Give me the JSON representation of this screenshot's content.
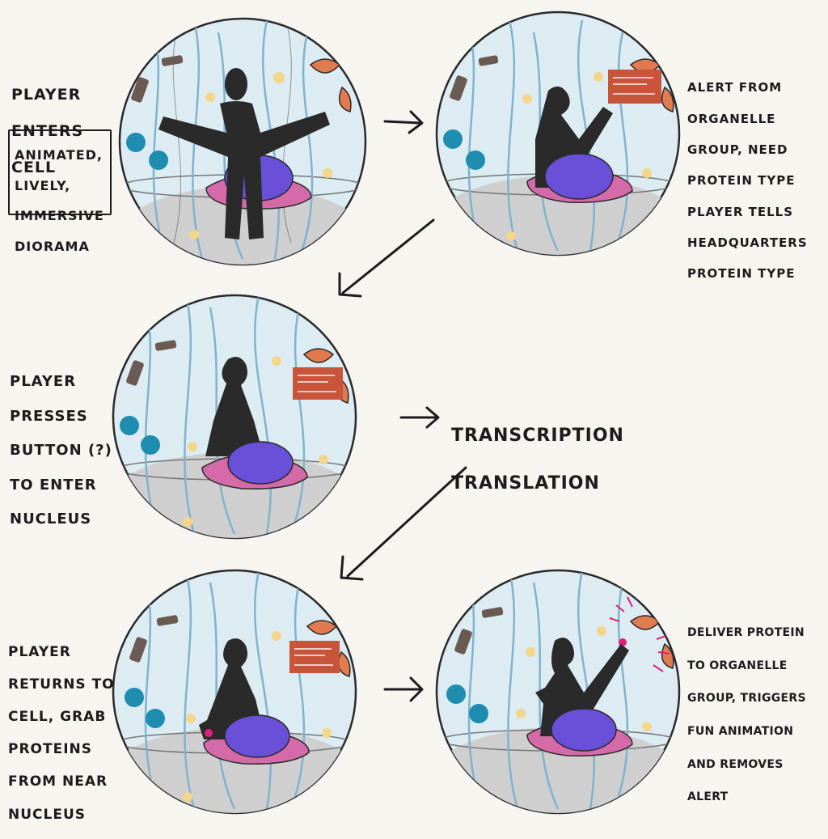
{
  "steps": [
    {
      "label_lines": [
        "PLAYER",
        "ENTERS",
        "CELL"
      ],
      "note_lines": [
        "ANIMATED,",
        "LIVELY,",
        "IMMERSIVE",
        "DIORAMA"
      ]
    },
    {
      "label_lines": [
        "ALERT FROM",
        "ORGANELLE",
        "GROUP, NEED",
        "PROTEIN TYPE",
        "PLAYER TELLS",
        "HEADQUARTERS",
        "PROTEIN TYPE"
      ]
    },
    {
      "label_lines": [
        "PLAYER",
        "PRESSES",
        "BUTTON (?)",
        "TO ENTER",
        "NUCLEUS"
      ]
    },
    {
      "label_lines": [
        "PLAYER",
        "RETURNS TO",
        "CELL, GRAB",
        "PROTEINS",
        "FROM NEAR",
        "NUCLEUS"
      ]
    },
    {
      "label_lines": [
        "DELIVER PROTEIN",
        "TO ORGANELLE",
        "GROUP, TRIGGERS",
        "FUN ANIMATION",
        "AND REMOVES",
        "ALERT"
      ]
    }
  ],
  "side_note": {
    "lines": [
      "TRANSCRIPTION",
      "TRANSLATION"
    ]
  },
  "colors": {
    "bubble": "#dcecf2",
    "floor": "#cfcfcf",
    "nucleus": "#6a4fd8",
    "er": "#d46aa8",
    "mitochondria": "#e07a4f",
    "lysosome": "#1e8db0",
    "cytoskeleton": "#7fb3cf",
    "figure": "#2a2a2a",
    "alert": "#c8553a"
  },
  "icons": [
    "cell-bubble-icon",
    "player-figure-icon",
    "nucleus-icon",
    "mitochondria-icon",
    "alert-card-icon",
    "arrow-icon"
  ]
}
